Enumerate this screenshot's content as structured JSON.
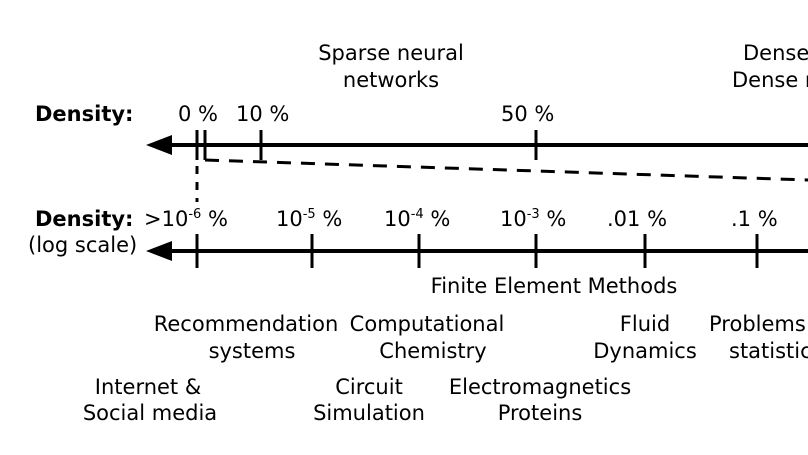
{
  "top_scale": {
    "label": "Density:",
    "region_labels": {
      "sparse": [
        "Sparse neural",
        "networks"
      ],
      "dense": [
        "Dense",
        "Dense n"
      ]
    },
    "ticks": [
      "0 %",
      "10 %",
      "50 %"
    ]
  },
  "log_scale": {
    "label": "Density:",
    "sublabel": "(log scale)",
    "ticks": [
      {
        "base": ">10",
        "exp": "-6",
        "unit": " %"
      },
      {
        "base": "10",
        "exp": "-5",
        "unit": " %"
      },
      {
        "base": "10",
        "exp": "-4",
        "unit": " %"
      },
      {
        "base": "10",
        "exp": "-3",
        "unit": " %"
      },
      {
        "base": ".01",
        "exp": "",
        "unit": " %"
      },
      {
        "base": ".1",
        "exp": "",
        "unit": " %"
      }
    ]
  },
  "applications": {
    "fem": "Finite Element Methods",
    "recommendation": [
      "Recommendation",
      "systems"
    ],
    "chemistry": [
      "Computational",
      "Chemistry"
    ],
    "fluid": [
      "Fluid",
      "Dynamics"
    ],
    "problems": [
      "Problems",
      "statistics"
    ],
    "internet": [
      "Internet &",
      "Social media"
    ],
    "circuit": [
      "Circuit",
      "Simulation"
    ],
    "em": [
      "Electromagnetics",
      "Proteins"
    ]
  }
}
